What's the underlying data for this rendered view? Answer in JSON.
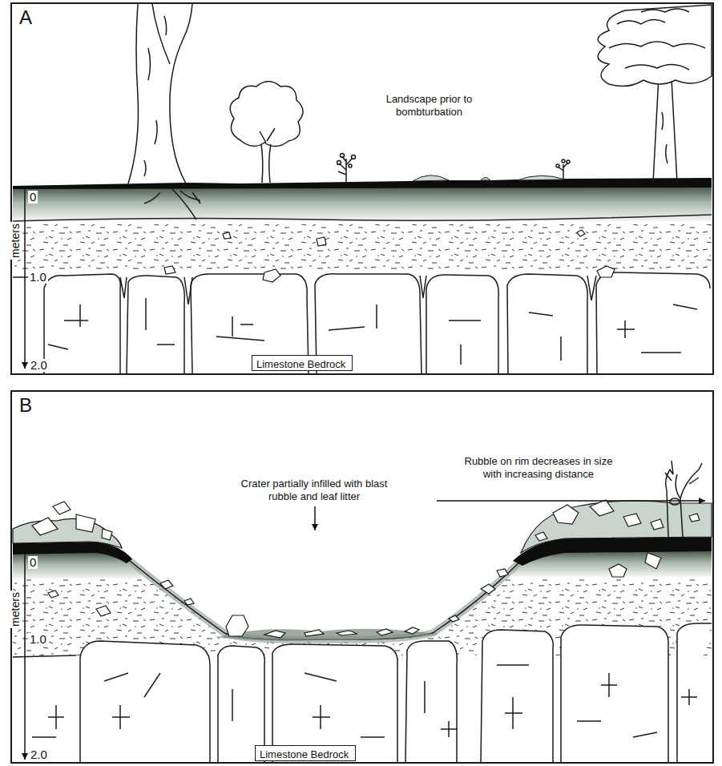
{
  "diagram": {
    "nodes": [
      {
        "text": [
          "A"
        ]
      },
      {
        "text": [
          "Limestone Bedrock"
        ],
        "in": 0
      },
      {
        "text": [
          "B"
        ]
      },
      {
        "text": [
          "Limestone Bedrock"
        ],
        "in": 2
      }
    ],
    "labels": [
      "Landscape prior to bombturbation",
      "0",
      "meters",
      "1.0",
      "2.0",
      "Rubble on rim decreases in size with increasing distance",
      "Crater partially infilled with blast rubble and leaf litter",
      "0",
      "meters",
      "1.0",
      "2.0"
    ]
  }
}
